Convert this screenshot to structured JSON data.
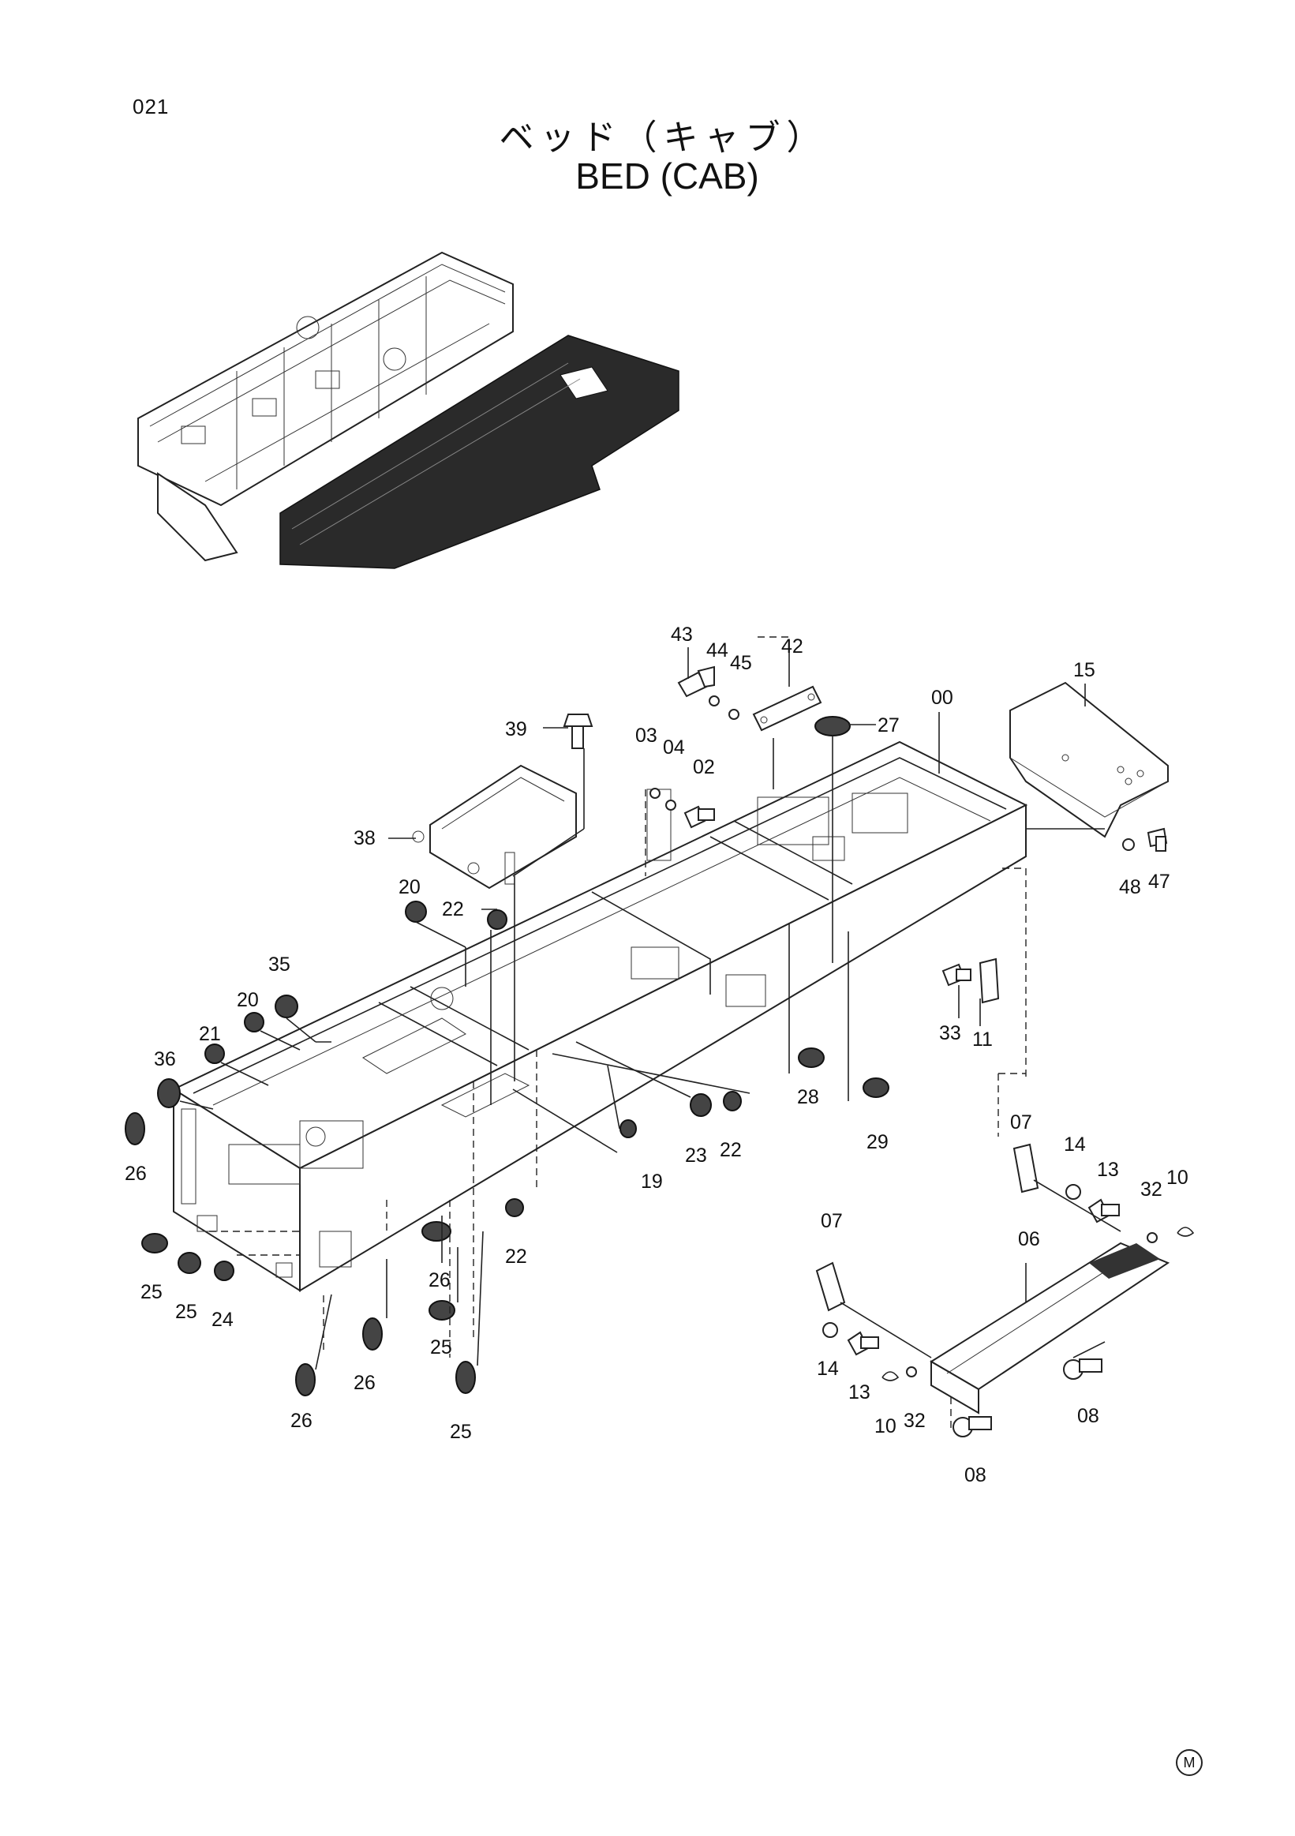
{
  "page_number": "021",
  "title_jp": "ベッド（キャブ）",
  "title_en": "BED (CAB)",
  "corner_mark": "M",
  "part_labels": [
    "43",
    "44",
    "45",
    "42",
    "00",
    "15",
    "39",
    "03",
    "04",
    "02",
    "27",
    "38",
    "48",
    "47",
    "20",
    "22",
    "35",
    "20",
    "21",
    "36",
    "33",
    "11",
    "28",
    "26",
    "23",
    "22",
    "29",
    "19",
    "07",
    "14",
    "13",
    "32",
    "10",
    "07",
    "06",
    "25",
    "25",
    "24",
    "22",
    "26",
    "14",
    "13",
    "25",
    "26",
    "10",
    "32",
    "08",
    "26",
    "25",
    "08"
  ]
}
